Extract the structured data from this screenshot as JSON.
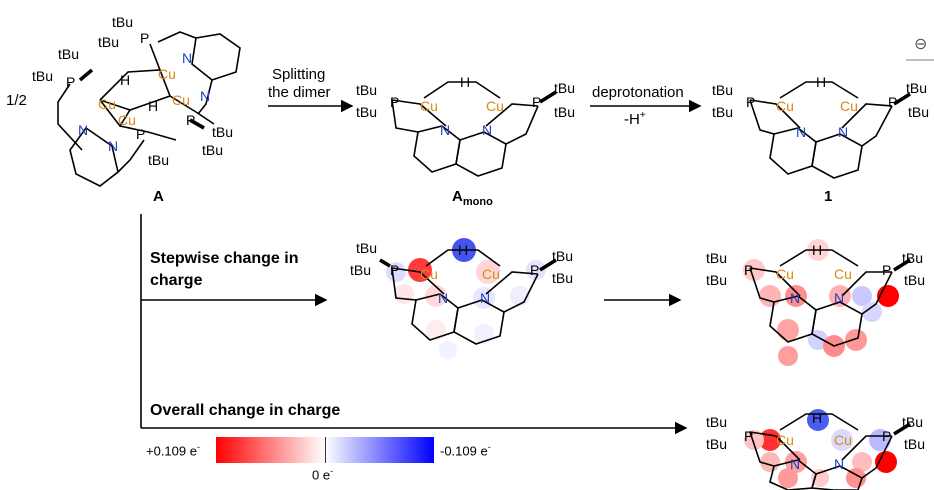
{
  "labels": {
    "half": "1/2",
    "compound_A": "A",
    "compound_Amono_main": "A",
    "compound_Amono_sub": "mono",
    "compound_1": "1",
    "split_line1": "Splitting",
    "split_line2": "the dimer",
    "deprot_line1": "deprotonation",
    "deprot_line2": "-H",
    "deprot_sup": "+",
    "stepwise_line1": "Stepwise change in",
    "stepwise_line2": "charge",
    "overall": "Overall change in charge",
    "scale_left": "+0.109 e",
    "scale_left_sup": "-",
    "scale_right": "-0.109 e",
    "scale_right_sup": "-",
    "scale_zero": "0 e",
    "scale_zero_sup": "-"
  },
  "atoms": {
    "tBu": "tBu",
    "P": "P",
    "Cu": "Cu",
    "N": "N",
    "H": "H"
  },
  "colors": {
    "copper": "#d98a14",
    "nitrogen": "#1f3fbf",
    "positive": "#ff0000",
    "negative": "#0000ff"
  },
  "icons": {
    "corner_partial": "circled-minus-icon"
  },
  "corner_glyph": "⊖"
}
